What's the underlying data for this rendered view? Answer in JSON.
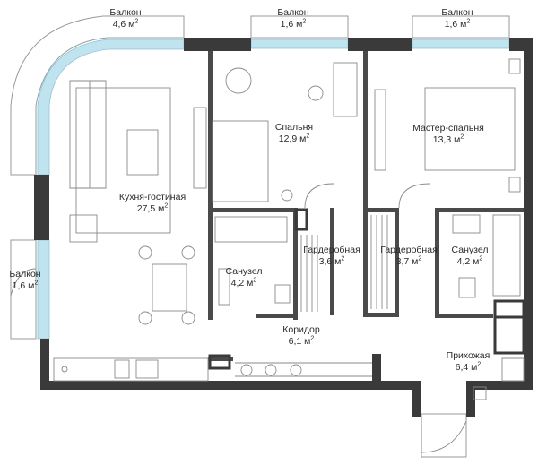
{
  "rooms": {
    "balcony_top_left": {
      "name": "Балкон",
      "area": "4,6 м",
      "unit_sup": "2"
    },
    "balcony_top_mid": {
      "name": "Балкон",
      "area": "1,6 м",
      "unit_sup": "2"
    },
    "balcony_top_right": {
      "name": "Балкон",
      "area": "1,6 м",
      "unit_sup": "2"
    },
    "balcony_left": {
      "name": "Балкон",
      "area": "1,6 м",
      "unit_sup": "2"
    },
    "kitchen_living": {
      "name": "Кухня-гостиная",
      "area": "27,5 м",
      "unit_sup": "2"
    },
    "bedroom": {
      "name": "Спальня",
      "area": "12,9 м",
      "unit_sup": "2"
    },
    "master_bedroom": {
      "name": "Мастер-спальня",
      "area": "13,3 м",
      "unit_sup": "2"
    },
    "bathroom_left": {
      "name": "Санузел",
      "area": "4,2 м",
      "unit_sup": "2"
    },
    "wardrobe_left": {
      "name": "Гардеробная",
      "area": "3,6 м",
      "unit_sup": "2"
    },
    "wardrobe_right": {
      "name": "Гардеробная",
      "area": "3,7 м",
      "unit_sup": "2"
    },
    "bathroom_right": {
      "name": "Санузел",
      "area": "4,2 м",
      "unit_sup": "2"
    },
    "corridor": {
      "name": "Коридор",
      "area": "6,1 м",
      "unit_sup": "2"
    },
    "hallway": {
      "name": "Прихожая",
      "area": "6,4 м",
      "unit_sup": "2"
    }
  },
  "colors": {
    "wall": "#3a3a3a",
    "window": "#bfe3ef",
    "furniture": "#8a8a8a",
    "background": "#ffffff"
  }
}
